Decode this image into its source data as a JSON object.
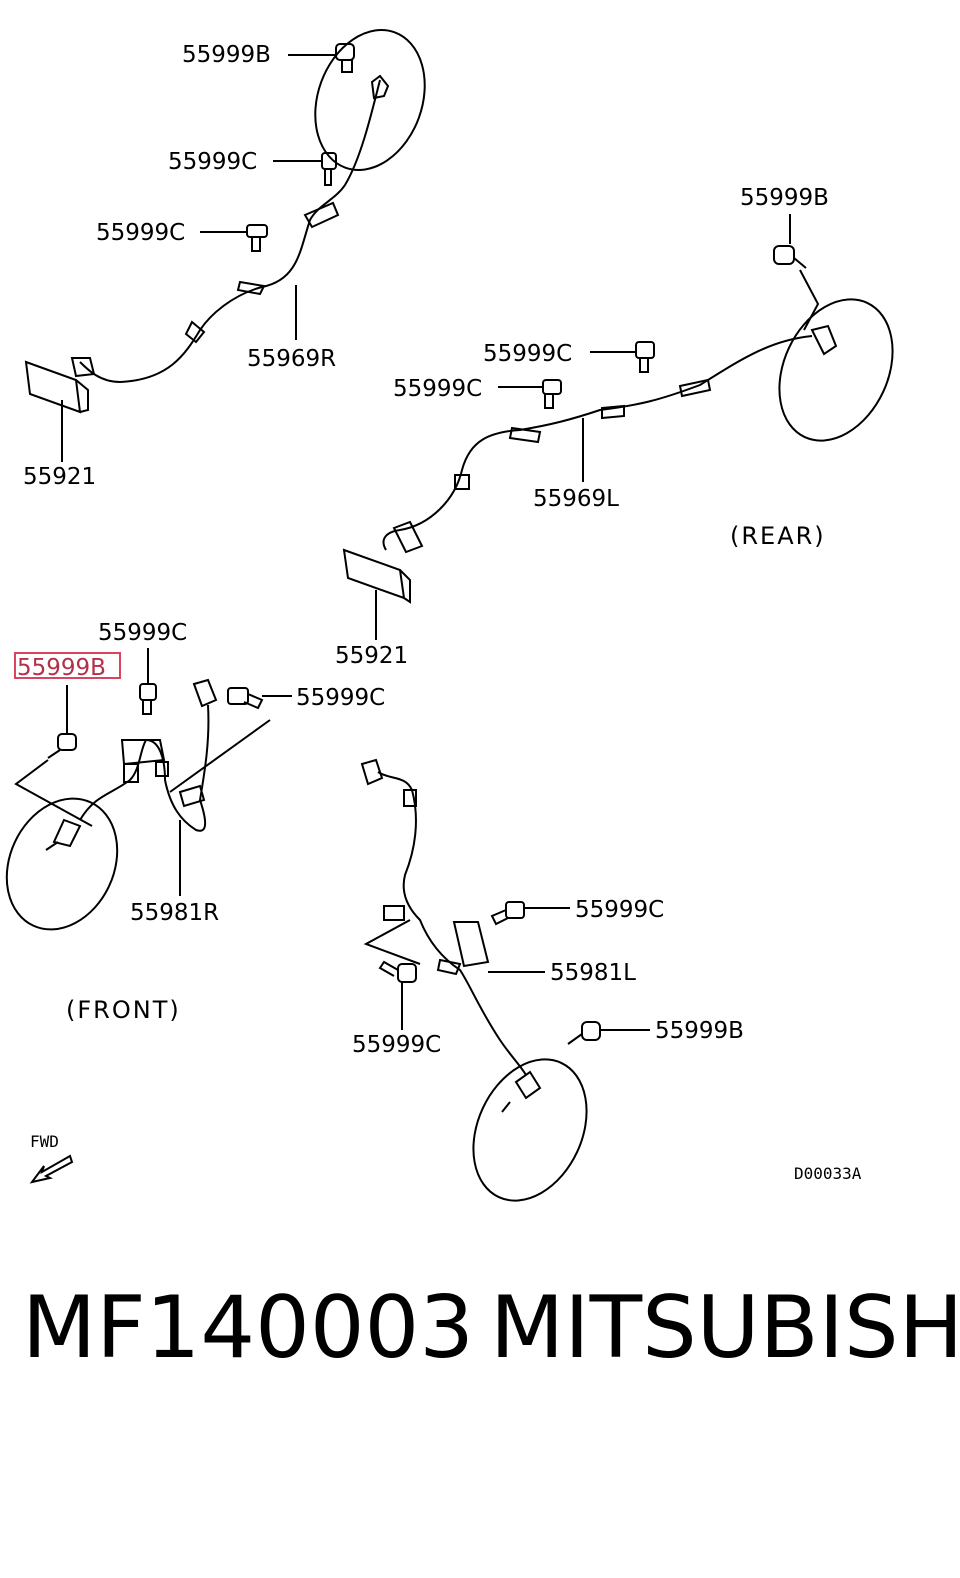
{
  "labels": {
    "rear_right_bolt_b": "55999B",
    "rear_right_bolt_c_upper": "55999C",
    "rear_right_bolt_c_lower": "55999C",
    "rear_right_sensor": "55969R",
    "rear_right_bracket": "55921",
    "rear_left_bolt_b": "55999B",
    "rear_left_bolt_c_upper": "55999C",
    "rear_left_bolt_c_lower": "55999C",
    "rear_left_sensor": "55969L",
    "rear_left_bracket": "55921",
    "rear_section": "(REAR)",
    "front_right_bolt_c_upper": "55999C",
    "front_right_bolt_b_highlighted": "55999B",
    "front_right_bolt_c_side": "55999C",
    "front_right_sensor": "55981R",
    "front_section": "(FRONT)",
    "front_left_bolt_c_upper": "55999C",
    "front_left_sensor": "55981L",
    "front_left_bolt_c_lower": "55999C",
    "front_left_bolt_b": "55999B",
    "fwd": "FWD",
    "drawing_code": "D00033A"
  },
  "caption": {
    "part_number": "MF140003",
    "brand": "MITSUBISHI"
  },
  "colors": {
    "highlight": "#d9455f",
    "ink": "#000000"
  }
}
